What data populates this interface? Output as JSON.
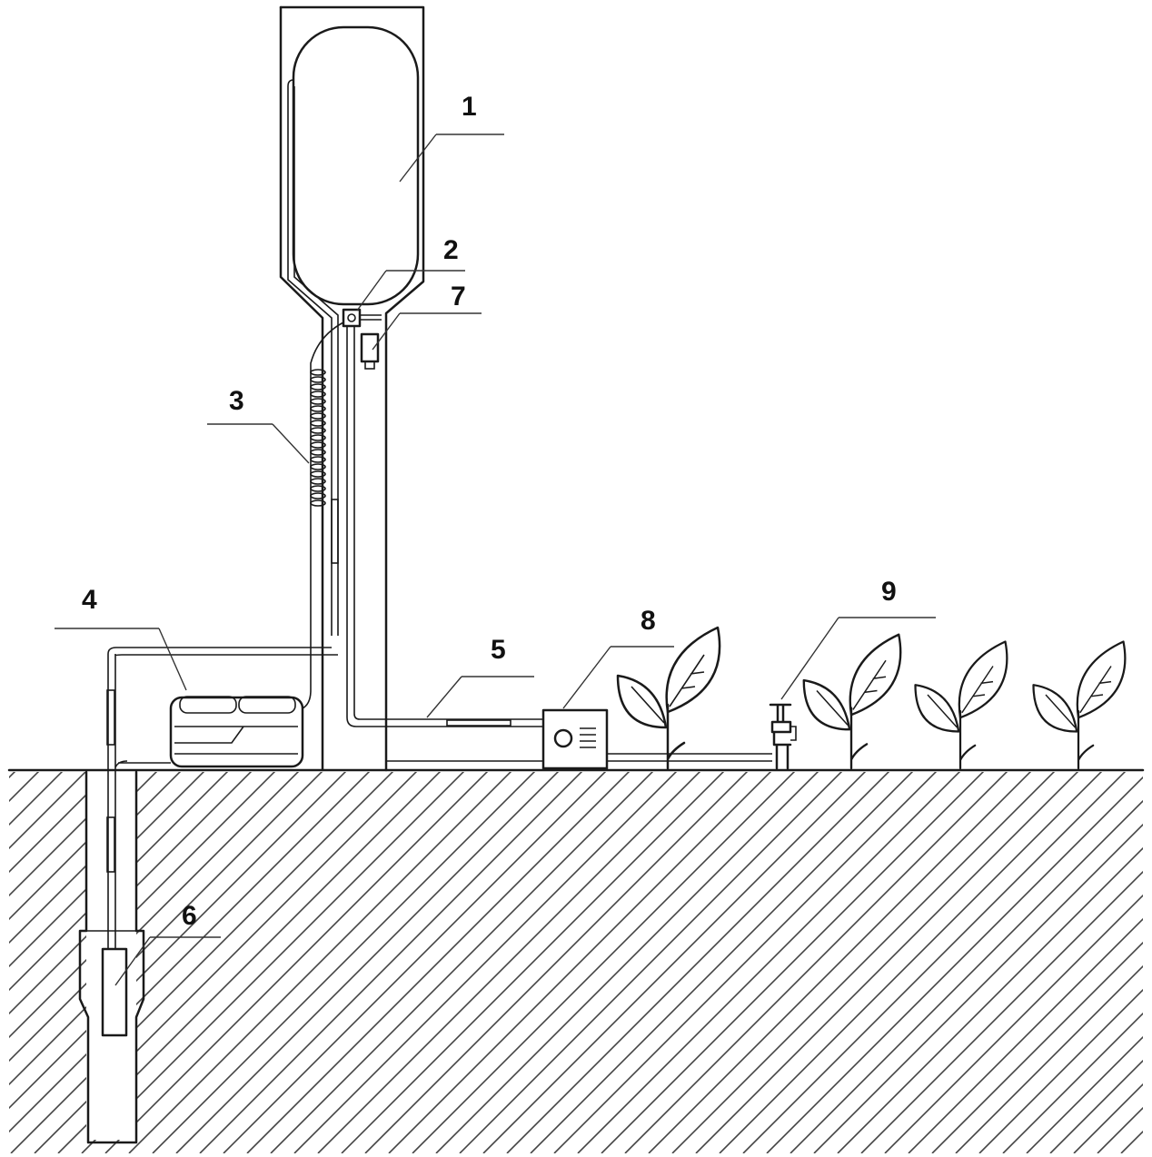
{
  "diagram": {
    "labels": [
      {
        "id": "1",
        "text": "1"
      },
      {
        "id": "2",
        "text": "2"
      },
      {
        "id": "3",
        "text": "3"
      },
      {
        "id": "4",
        "text": "4"
      },
      {
        "id": "5",
        "text": "5"
      },
      {
        "id": "6",
        "text": "6"
      },
      {
        "id": "7",
        "text": "7"
      },
      {
        "id": "8",
        "text": "8"
      },
      {
        "id": "9",
        "text": "9"
      }
    ],
    "colors": {
      "line": "#1a1a1a",
      "background": "#ffffff"
    }
  }
}
